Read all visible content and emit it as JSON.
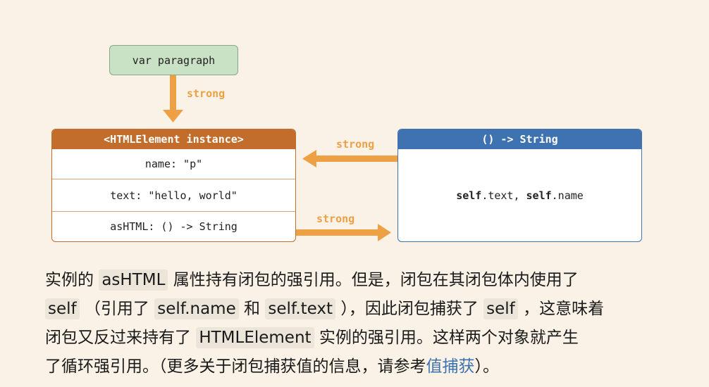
{
  "diagram": {
    "var_box": "var paragraph",
    "instance": {
      "header": "<HTMLElement instance>",
      "rows": [
        "name: \"p\"",
        "text: \"hello, world\"",
        "asHTML: () -> String"
      ]
    },
    "closure": {
      "header": "() -> String",
      "body_self1": "self",
      "body_rest1": ".text, ",
      "body_self2": "self",
      "body_rest2": ".name"
    },
    "arrow_labels": {
      "down": "strong",
      "left": "strong",
      "right": "strong"
    },
    "colors": {
      "arrow": "#eea045",
      "instance_header": "#c26d2c",
      "closure_header": "#3f72b0",
      "var_box": "#c9e1c4",
      "background": "#faf2e6"
    }
  },
  "paragraph": {
    "l1_a": "实例的 ",
    "l1_code1": "asHTML",
    "l1_b": " 属性持有闭包的强引用。但是，闭包在其闭包体内使用了",
    "l2_code1": "self",
    "l2_a": " （引用了 ",
    "l2_code2": "self.name",
    "l2_b": " 和 ",
    "l2_code3": "self.text",
    "l2_c": " ），因此闭包捕获了 ",
    "l2_code4": "self",
    "l2_d": " ，这意味着",
    "l3_a": "闭包又反过来持有了 ",
    "l3_code1": "HTMLElement",
    "l3_b": " 实例的强引用。这样两个对象就产生",
    "l4_a": "了循环强引用。（更多关于闭包捕获值的信息，请参考",
    "l4_link": "值捕获",
    "l4_b": "）。"
  }
}
